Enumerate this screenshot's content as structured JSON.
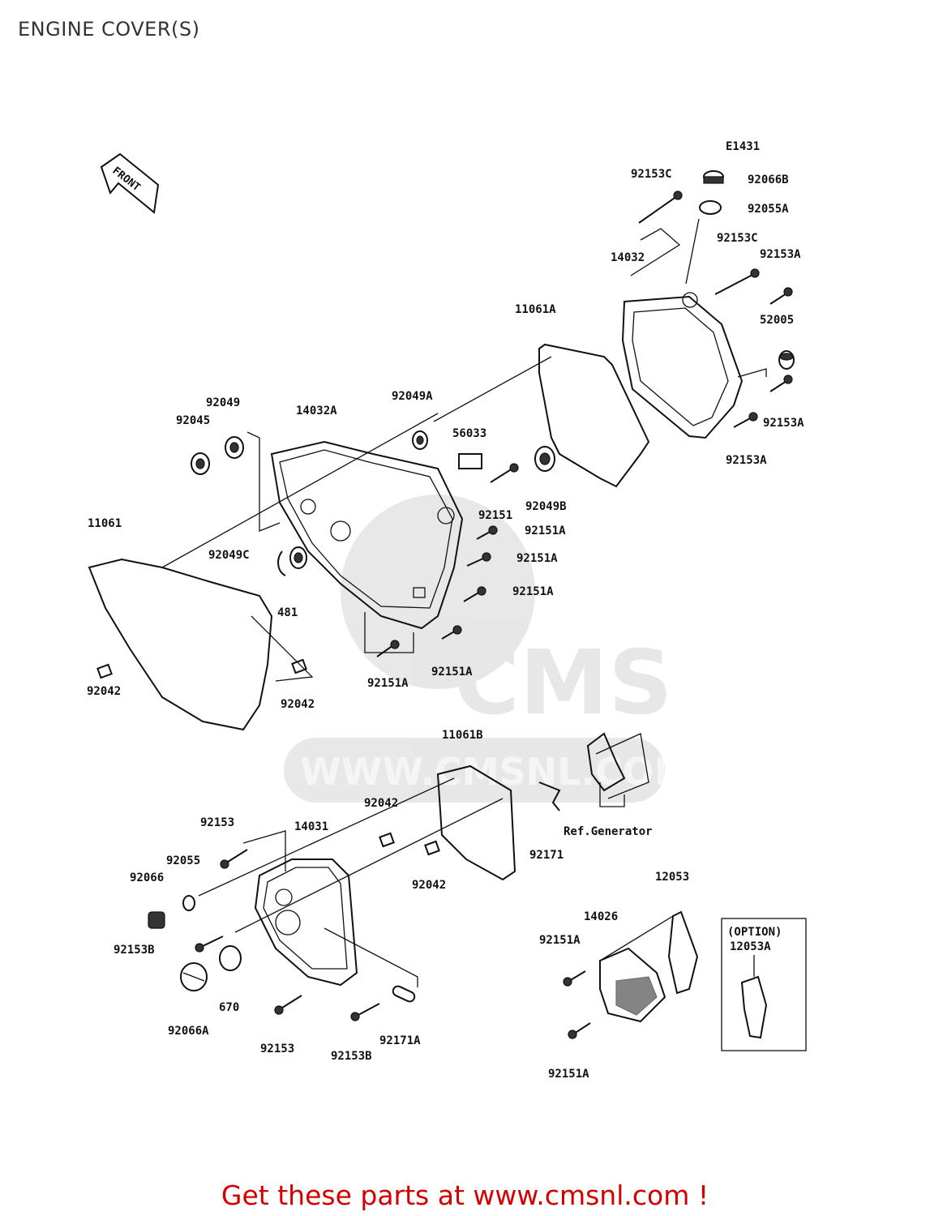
{
  "page_title": "ENGINE COVER(S)",
  "diagram_code": "E1431",
  "front_arrow_label": "FRONT",
  "watermark": {
    "brand": "CMS",
    "url": "WWW.CMSNL.COM"
  },
  "footer_text": "Get these parts at www.cmsnl.com !",
  "colors": {
    "footer": "#d40000",
    "line": "#111111"
  },
  "parts": [
    "92153C",
    "92066B",
    "92055A",
    "92153C",
    "92153A",
    "14032",
    "52005",
    "11061A",
    "92153A",
    "92153A",
    "92049",
    "92045",
    "14032A",
    "92049A",
    "56033",
    "92049B",
    "92151",
    "92151A",
    "92151A",
    "92151A",
    "11061",
    "92049C",
    "481",
    "92151A",
    "92151A",
    "92042",
    "92042",
    "11061B",
    "Ref.Generator",
    "92042",
    "92153",
    "14031",
    "92055",
    "92066",
    "92171",
    "92042",
    "12053",
    "14026",
    "92153B",
    "92151A",
    "670",
    "92066A",
    "92153",
    "92153B",
    "92171A",
    "92151A"
  ],
  "option_box": {
    "title": "(OPTION)",
    "part": "12053A"
  }
}
